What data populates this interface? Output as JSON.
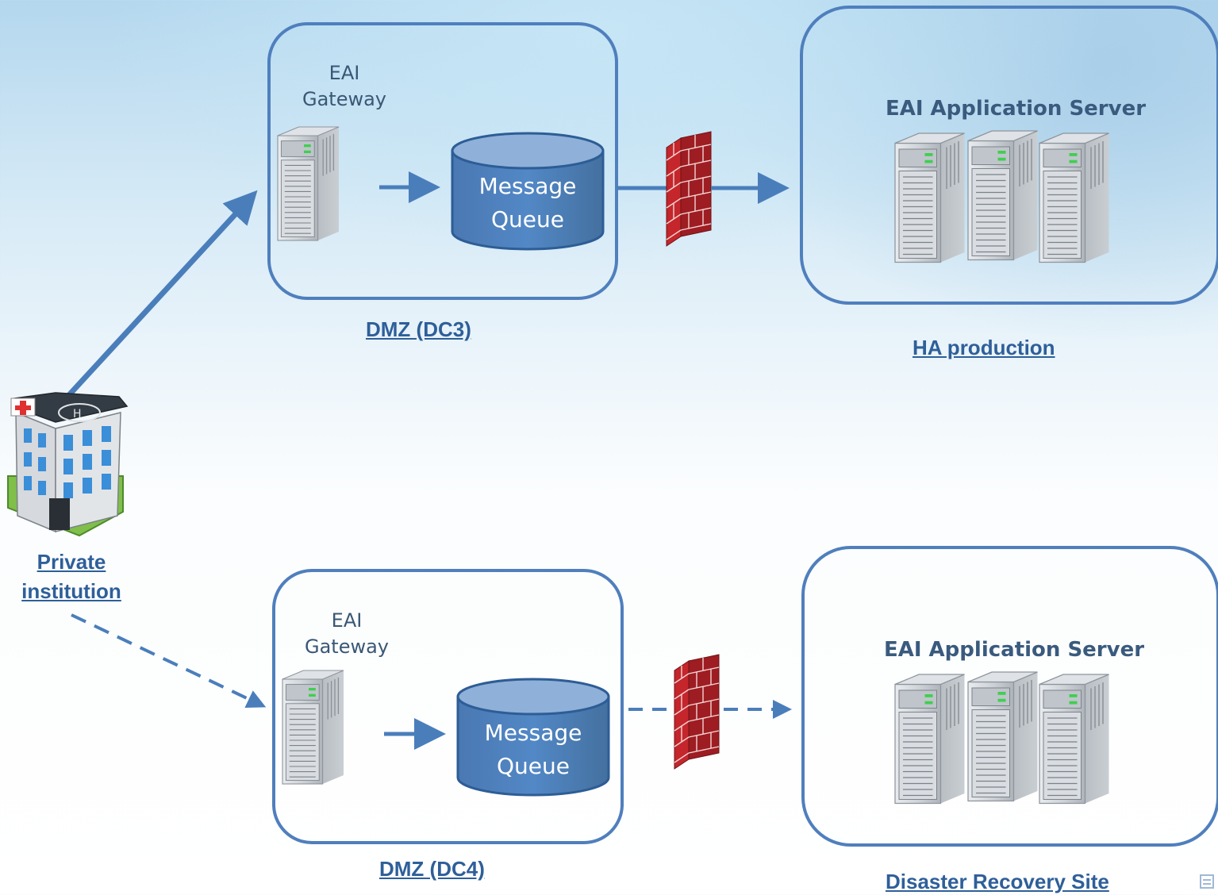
{
  "primary": {
    "dmz_label": "DMZ (DC3)",
    "gateway_label": "EAI Gateway",
    "gateway_line1": "EAI",
    "gateway_line2": "Gateway",
    "queue_line1": "Message",
    "queue_line2": "Queue",
    "server_title": "EAI Application Server",
    "site_label": "HA production"
  },
  "secondary": {
    "dmz_label": "DMZ (DC4)",
    "gateway_line1": "EAI",
    "gateway_line2": "Gateway",
    "queue_line1": "Message",
    "queue_line2": "Queue",
    "server_title": "EAI Application Server",
    "site_label": "Disaster Recovery Site"
  },
  "source": {
    "label_line1": "Private",
    "label_line2": "institution"
  },
  "colors": {
    "accent": "#4a7ebb",
    "box_border": "#4f7fbd",
    "queue_fill": "#4f81bd",
    "firewall": "#c0262b",
    "label_text": "#2e5f99"
  },
  "icons": {
    "server": "server-tower-icon",
    "firewall": "brick-firewall-icon",
    "hospital": "hospital-building-icon",
    "database": "cylinder-queue-icon"
  }
}
